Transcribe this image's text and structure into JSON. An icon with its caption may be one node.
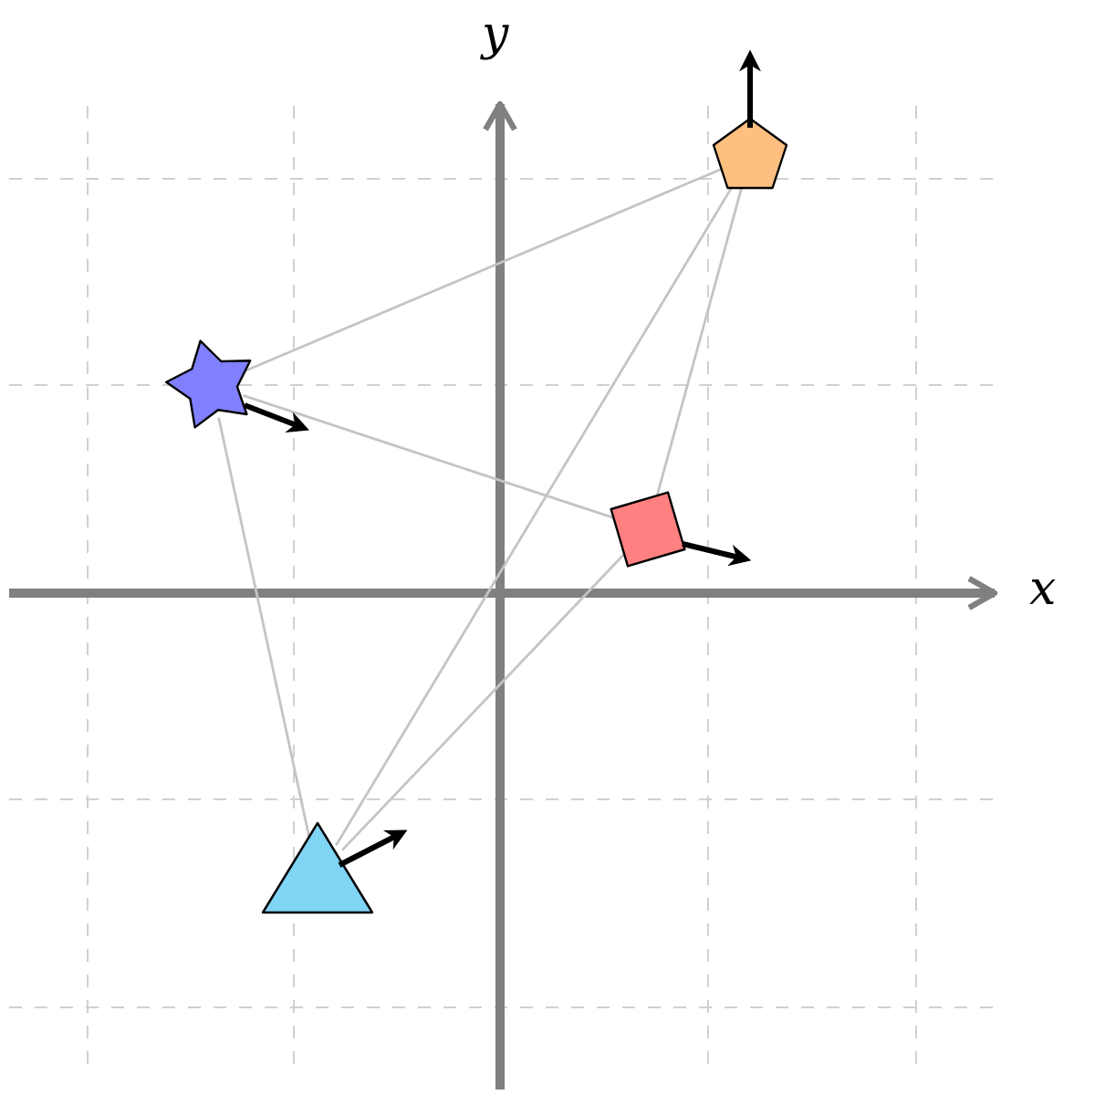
{
  "diagram": {
    "nodes": [
      {
        "text": [],
        "shape": "pentagon"
      },
      {
        "text": [],
        "shape": "star"
      },
      {
        "text": [],
        "shape": "square"
      },
      {
        "text": [],
        "shape": "triangle"
      }
    ],
    "edges": [
      {
        "from": 0,
        "to": 1,
        "arrow": "none"
      },
      {
        "from": 0,
        "to": 2,
        "arrow": "none"
      },
      {
        "from": 0,
        "to": 3,
        "arrow": "none"
      },
      {
        "from": 1,
        "to": 2,
        "arrow": "none"
      },
      {
        "from": 1,
        "to": 3,
        "arrow": "none"
      },
      {
        "from": 2,
        "to": 3,
        "arrow": "none"
      }
    ],
    "labels": [
      "y",
      "x"
    ]
  }
}
